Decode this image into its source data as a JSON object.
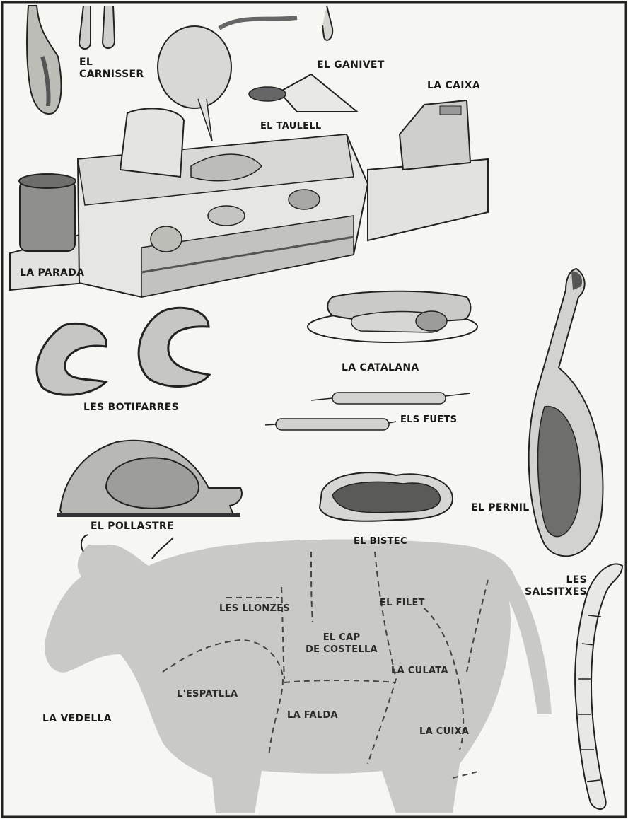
{
  "labels": {
    "carnisser": "EL\nCARNISSER",
    "ganivet": "EL GANIVET",
    "caixa": "LA CAIXA",
    "taulell": "EL TAULELL",
    "parada": "LA PARADA",
    "catalana": "LA CATALANA",
    "botifarres": "LES BOTIFARRES",
    "fuets": "ELS FUETS",
    "pollastre": "EL POLLASTRE",
    "bistec": "EL BISTEC",
    "pernil": "EL PERNIL",
    "salsitxes": "LES\nSALSITXES",
    "vedella": "LA VEDELLA",
    "llonzes": "LES LLONZES",
    "filet": "EL FILET",
    "cap_costella": "EL CAP\nDE COSTELLA",
    "culata": "LA CULATA",
    "espatlla": "L'ESPATLLA",
    "falda": "LA FALDA",
    "cuixa": "LA CUIXA"
  },
  "colors": {
    "ink": "#1a1a1a",
    "wash": "#cfcfcb",
    "dark_wash": "#8c8c88",
    "paper": "#f6f6f2"
  }
}
